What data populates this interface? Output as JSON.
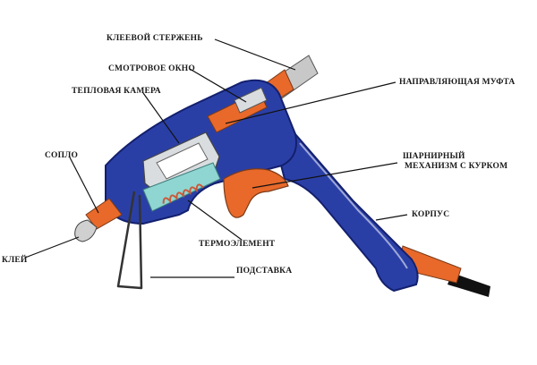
{
  "diagram": {
    "labels": {
      "glue_stick": "КЛЕЕВОЙ СТЕРЖЕНЬ",
      "view_window": "СМОТРОВОЕ ОКНО",
      "heat_chamber": "ТЕПЛОВАЯ КАМЕРА",
      "guide_sleeve": "НАПРАВЛЯЮЩАЯ МУФТА",
      "nozzle": "СОПЛО",
      "trigger_line1": "ШАРНИРНЫЙ",
      "trigger_line2": "МЕХАНИЗМ С КУРКОМ",
      "body": "КОРПУС",
      "glue": "КЛЕЙ",
      "heating_element": "ТЕРМОЭЛЕМЕНТ",
      "stand": "ПОДСТАВКА"
    },
    "colors": {
      "body_blue": "#2a3fa6",
      "body_dark": "#13206e",
      "accent_orange": "#e8692a",
      "chamber_gray": "#d9dde0",
      "element_teal": "#8fd6d2",
      "coil": "#c95a3a",
      "stick_gray": "#c8c8c8"
    }
  }
}
